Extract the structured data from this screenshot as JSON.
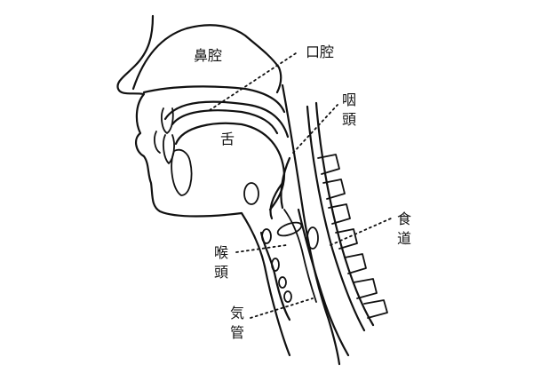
{
  "diagram": {
    "labels": {
      "nasal_cavity": "鼻腔",
      "oral_cavity": "口腔",
      "pharynx": "咽頭",
      "tongue": "舌",
      "esophagus": "食道",
      "larynx": "喉頭",
      "trachea": "気管"
    }
  }
}
